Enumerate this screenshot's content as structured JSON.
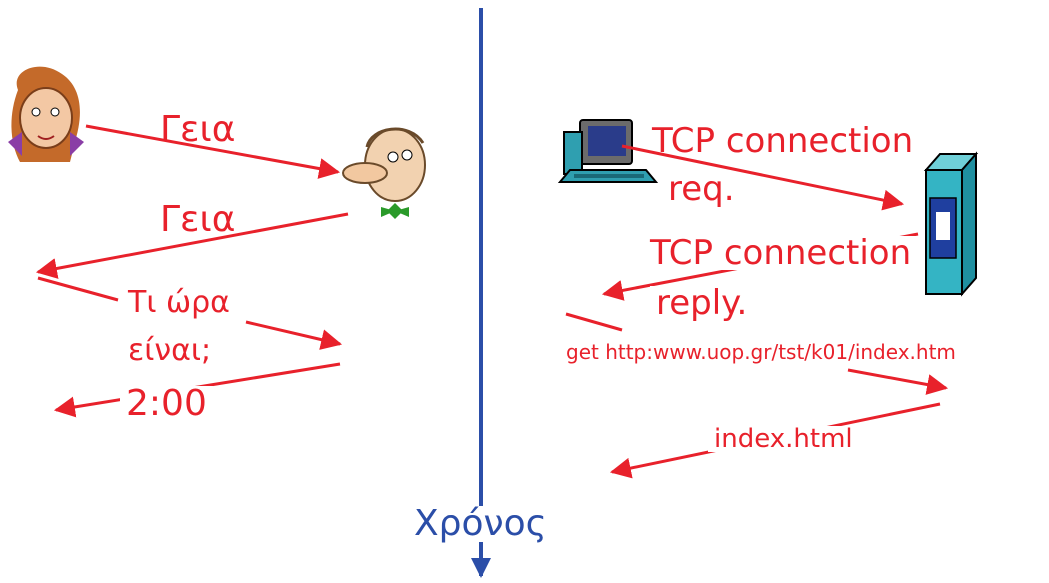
{
  "axis": {
    "label": "Χρόνος",
    "color": "#2b4ea8"
  },
  "human_exchange": {
    "msg1": "Γεια",
    "msg2": "Γεια",
    "msg3_line1": "Τι ώρα",
    "msg3_line2": "είναι;",
    "msg4": "2:00"
  },
  "network_exchange": {
    "msg1_line1": "TCP connection",
    "msg1_line2": "req.",
    "msg2_line1": "TCP connection",
    "msg2_line2": "reply.",
    "msg3": "get http:www.uop.gr/tst/k01/index.htm",
    "msg4": "index.html"
  },
  "colors": {
    "arrow": "#e8212b",
    "text": "#e8212b"
  }
}
